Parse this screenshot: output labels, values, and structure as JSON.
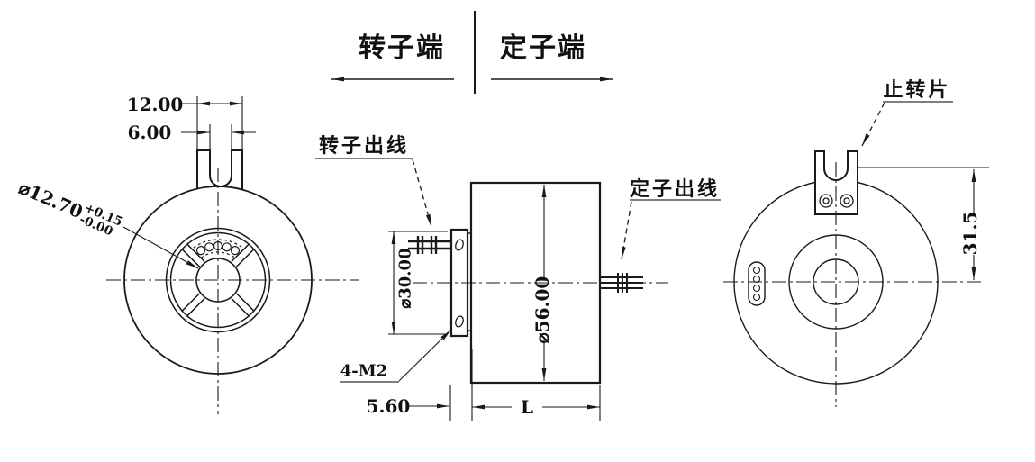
{
  "header": {
    "rotor_end_label": "转子端",
    "stator_end_label": "定子端"
  },
  "front_view": {
    "slot_outer_width": "12.00",
    "slot_inner_width": "6.00",
    "bore_diameter": "⌀12.70",
    "bore_tolerance_upper": "+0.15",
    "bore_tolerance_lower": "-0.00"
  },
  "side_view": {
    "rotor_wires_label": "转子出线",
    "stator_wires_label": "定子出线",
    "flange_diameter": "⌀30.00",
    "body_diameter": "⌀56.00",
    "mounting_screws": "4-M2",
    "flange_thickness": "5.60",
    "body_length": "L"
  },
  "rear_view": {
    "stop_tab_label": "止转片",
    "tab_offset": "31.5"
  },
  "colors": {
    "line": "#1a1a1a",
    "leader_underline": "#555555",
    "background": "#ffffff"
  }
}
